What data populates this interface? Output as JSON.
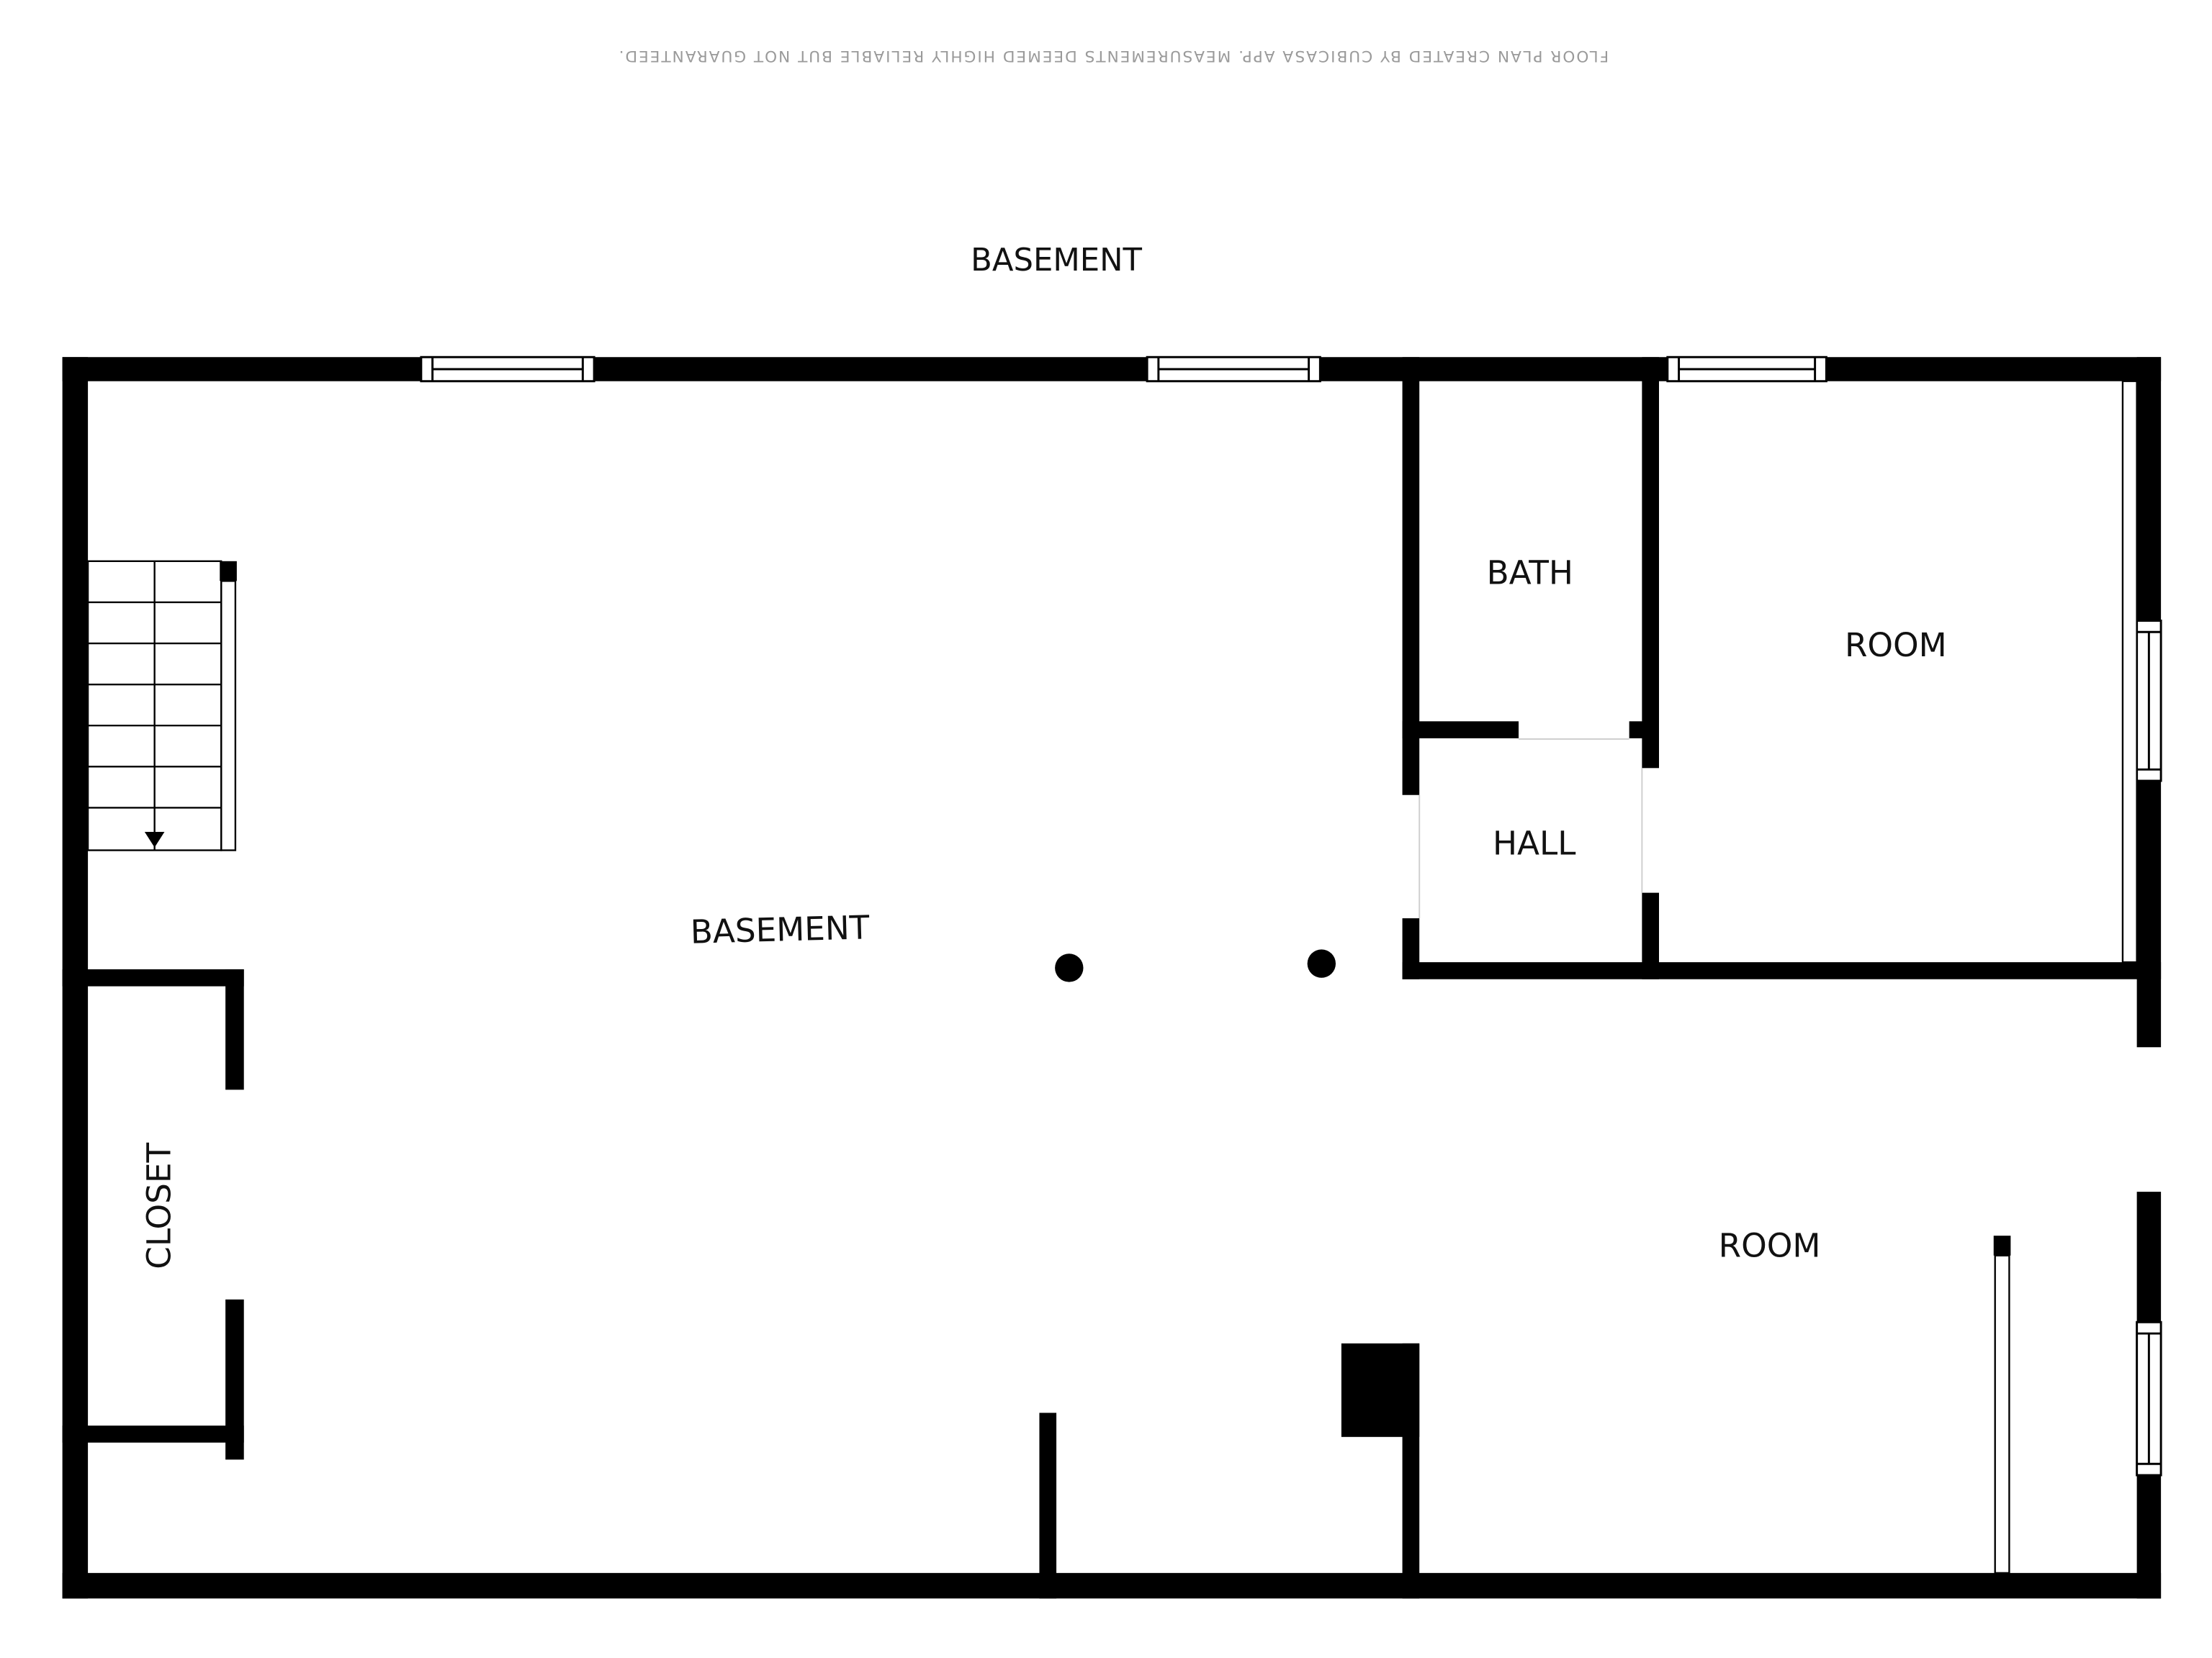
{
  "disclaimer": "FLOOR PLAN CREATED BY CUBICASA APP. MEASUREMENTS DEEMED HIGHLY RELIABLE BUT NOT GUARANTEED.",
  "floor_title": "BASEMENT",
  "rooms": {
    "basement": "BASEMENT",
    "bath": "BATH",
    "room_upper": "ROOM",
    "hall": "HALL",
    "closet": "CLOSET",
    "room_lower": "ROOM"
  },
  "colors": {
    "wall": "#000000",
    "background": "#ffffff",
    "disclaimer": "#9a9a9a"
  }
}
